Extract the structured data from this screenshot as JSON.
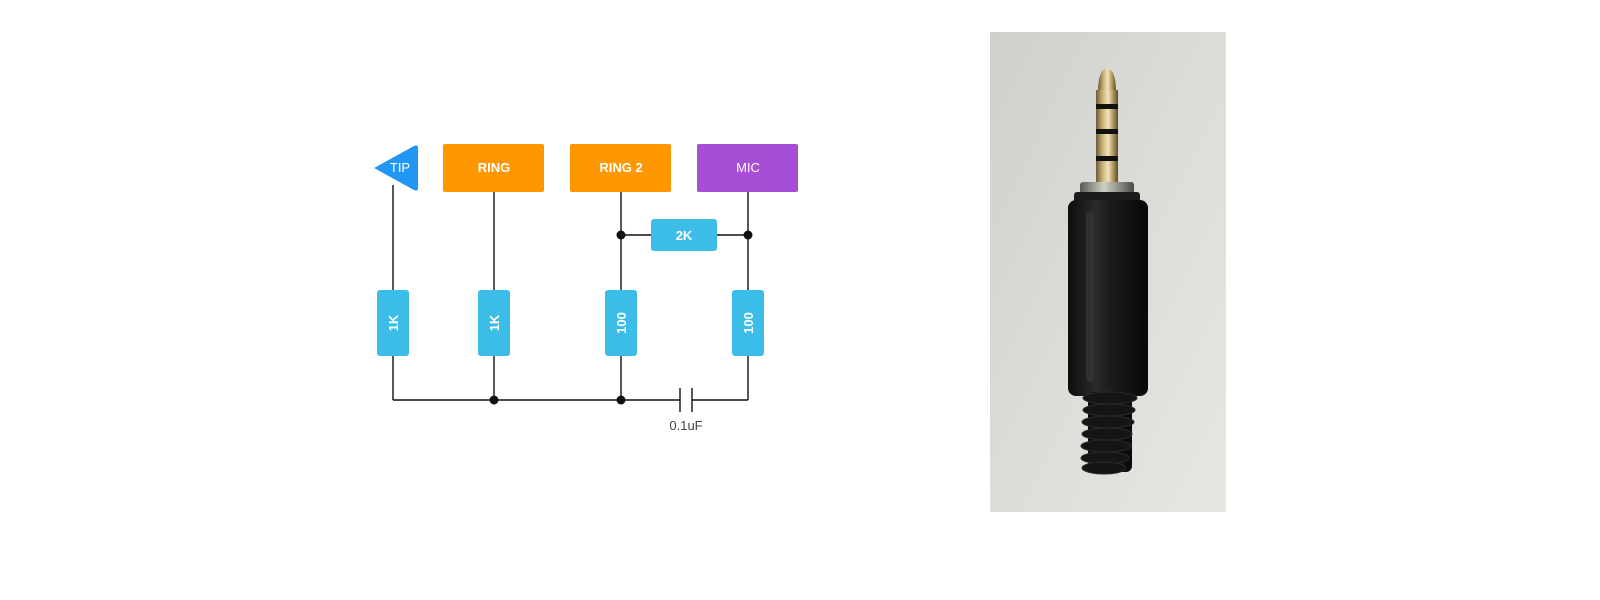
{
  "terminals": {
    "tip": {
      "label": "TIP",
      "color": "#2196f3"
    },
    "ring": {
      "label": "RING",
      "color": "#ff9800"
    },
    "ring2": {
      "label": "RING 2",
      "color": "#ff9800"
    },
    "mic": {
      "label": "MIC",
      "color": "#a64fd6"
    }
  },
  "components": {
    "r_tip": {
      "value": "1K",
      "color": "#3bbde8"
    },
    "r_ring": {
      "value": "1K",
      "color": "#3bbde8"
    },
    "r_ring2": {
      "value": "100",
      "color": "#3bbde8"
    },
    "r_mic": {
      "value": "100",
      "color": "#3bbde8"
    },
    "r_bridge": {
      "value": "2K",
      "color": "#3bbde8"
    },
    "capacitor": {
      "value": "0.1uF"
    }
  },
  "photo": {
    "subject": "4-pole 3.5mm TRRS jack plug",
    "icon": "trrs-plug-photo"
  }
}
